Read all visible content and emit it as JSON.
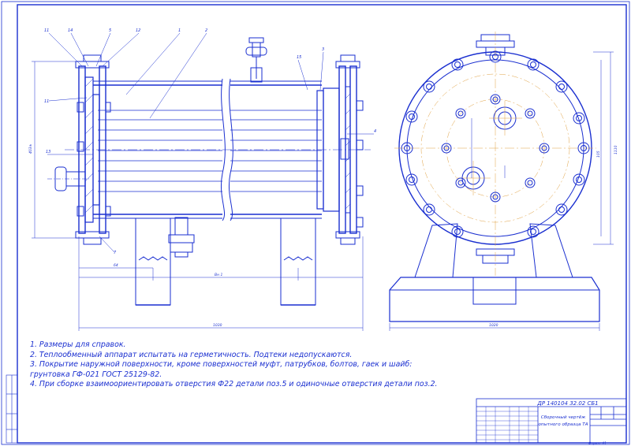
{
  "drawing_code": "ДР 140104 32.02 СБ1",
  "drawing_title_line1": "Сборочный чертёж",
  "drawing_title_line2": "опытного образца ТА",
  "format_label": "Формат А1",
  "notes": [
    "1. Размеры для справок.",
    "2. Теплообменный аппарат испытать на герметичность. Подтеки недопускаются.",
    "3. Покрытие наружной поверхности, кроме поверхностей муфт, патрубков, болтов, гаек и шайб:",
    "грунтовка ГФ-021 ГОСТ 25129-82.",
    "4. При сборке взаимоориентировать отверстия Ф22  детали поз.5 и одиночные отверстия детали поз.2."
  ],
  "position_labels": [
    "11",
    "14",
    "5",
    "12",
    "1",
    "2",
    "3",
    "15",
    "11",
    "13",
    "4",
    "7"
  ],
  "dimensions": {
    "overall_length": "1030",
    "support_spacing": "Вн 1",
    "left_offset": "64",
    "height": "403±",
    "end_width": "1020",
    "end_height_outer": "1110",
    "end_height_inner": "105"
  },
  "colors": {
    "line": "#1a2fd0",
    "background": "#ffffff",
    "center_line": "#e0a040"
  }
}
